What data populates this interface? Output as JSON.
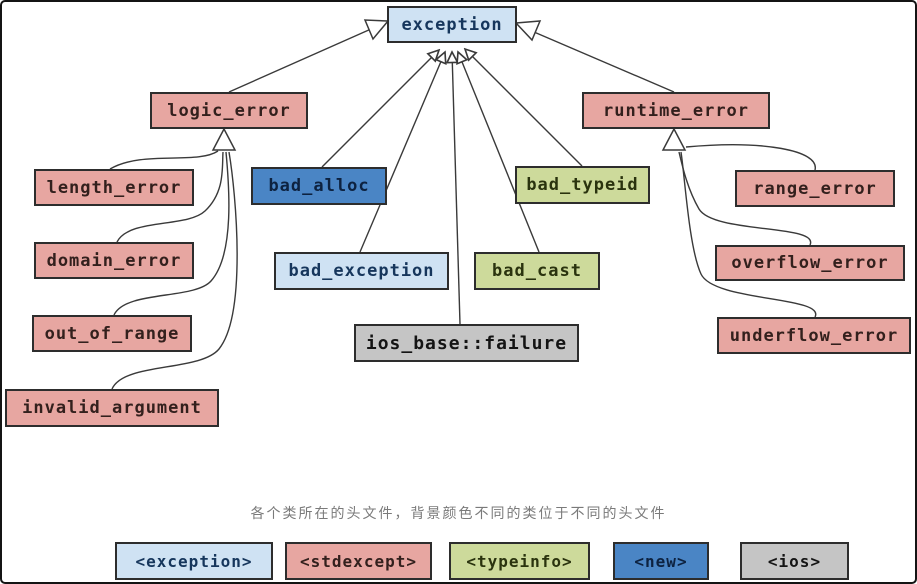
{
  "diagram": {
    "type": "class-hierarchy",
    "subject": "C++ standard exception classes",
    "nodes": {
      "exception": {
        "label": "exception",
        "header": "<exception>"
      },
      "logic_error": {
        "label": "logic_error",
        "header": "<stdexcept>"
      },
      "runtime_error": {
        "label": "runtime_error",
        "header": "<stdexcept>"
      },
      "length_error": {
        "label": "length_error",
        "header": "<stdexcept>"
      },
      "domain_error": {
        "label": "domain_error",
        "header": "<stdexcept>"
      },
      "out_of_range": {
        "label": "out_of_range",
        "header": "<stdexcept>"
      },
      "invalid_argument": {
        "label": "invalid_argument",
        "header": "<stdexcept>"
      },
      "bad_alloc": {
        "label": "bad_alloc",
        "header": "<new>"
      },
      "bad_exception": {
        "label": "bad_exception",
        "header": "<exception>"
      },
      "bad_typeid": {
        "label": "bad_typeid",
        "header": "<typeinfo>"
      },
      "bad_cast": {
        "label": "bad_cast",
        "header": "<typeinfo>"
      },
      "ios_base_failure": {
        "label": "ios_base::failure",
        "header": "<ios>"
      },
      "range_error": {
        "label": "range_error",
        "header": "<stdexcept>"
      },
      "overflow_error": {
        "label": "overflow_error",
        "header": "<stdexcept>"
      },
      "underflow_error": {
        "label": "underflow_error",
        "header": "<stdexcept>"
      }
    },
    "edges": [
      {
        "from": "logic_error",
        "to": "exception"
      },
      {
        "from": "runtime_error",
        "to": "exception"
      },
      {
        "from": "bad_alloc",
        "to": "exception"
      },
      {
        "from": "bad_exception",
        "to": "exception"
      },
      {
        "from": "ios_base::failure",
        "to": "exception"
      },
      {
        "from": "bad_cast",
        "to": "exception"
      },
      {
        "from": "bad_typeid",
        "to": "exception"
      },
      {
        "from": "length_error",
        "to": "logic_error"
      },
      {
        "from": "domain_error",
        "to": "logic_error"
      },
      {
        "from": "out_of_range",
        "to": "logic_error"
      },
      {
        "from": "invalid_argument",
        "to": "logic_error"
      },
      {
        "from": "range_error",
        "to": "runtime_error"
      },
      {
        "from": "overflow_error",
        "to": "runtime_error"
      },
      {
        "from": "underflow_error",
        "to": "runtime_error"
      }
    ],
    "caption": "各个类所在的头文件，背景颜色不同的类位于不同的头文件",
    "legend": {
      "items": [
        {
          "label": "<exception>",
          "color": "#cfe2f3"
        },
        {
          "label": "<stdexcept>",
          "color": "#e7a6a1"
        },
        {
          "label": "<typeinfo>",
          "color": "#cdda9b"
        },
        {
          "label": "<new>",
          "color": "#4a85c5"
        },
        {
          "label": "<ios>",
          "color": "#c5c5c5"
        }
      ]
    },
    "palette": {
      "exception_header": "#cfe2f3",
      "stdexcept_header": "#e7a6a1",
      "typeinfo_header": "#cdda9b",
      "new_header": "#4a85c5",
      "ios_header": "#c5c5c5",
      "edge_stroke": "#3a3a3a",
      "box_border": "#2d2d2d"
    }
  }
}
